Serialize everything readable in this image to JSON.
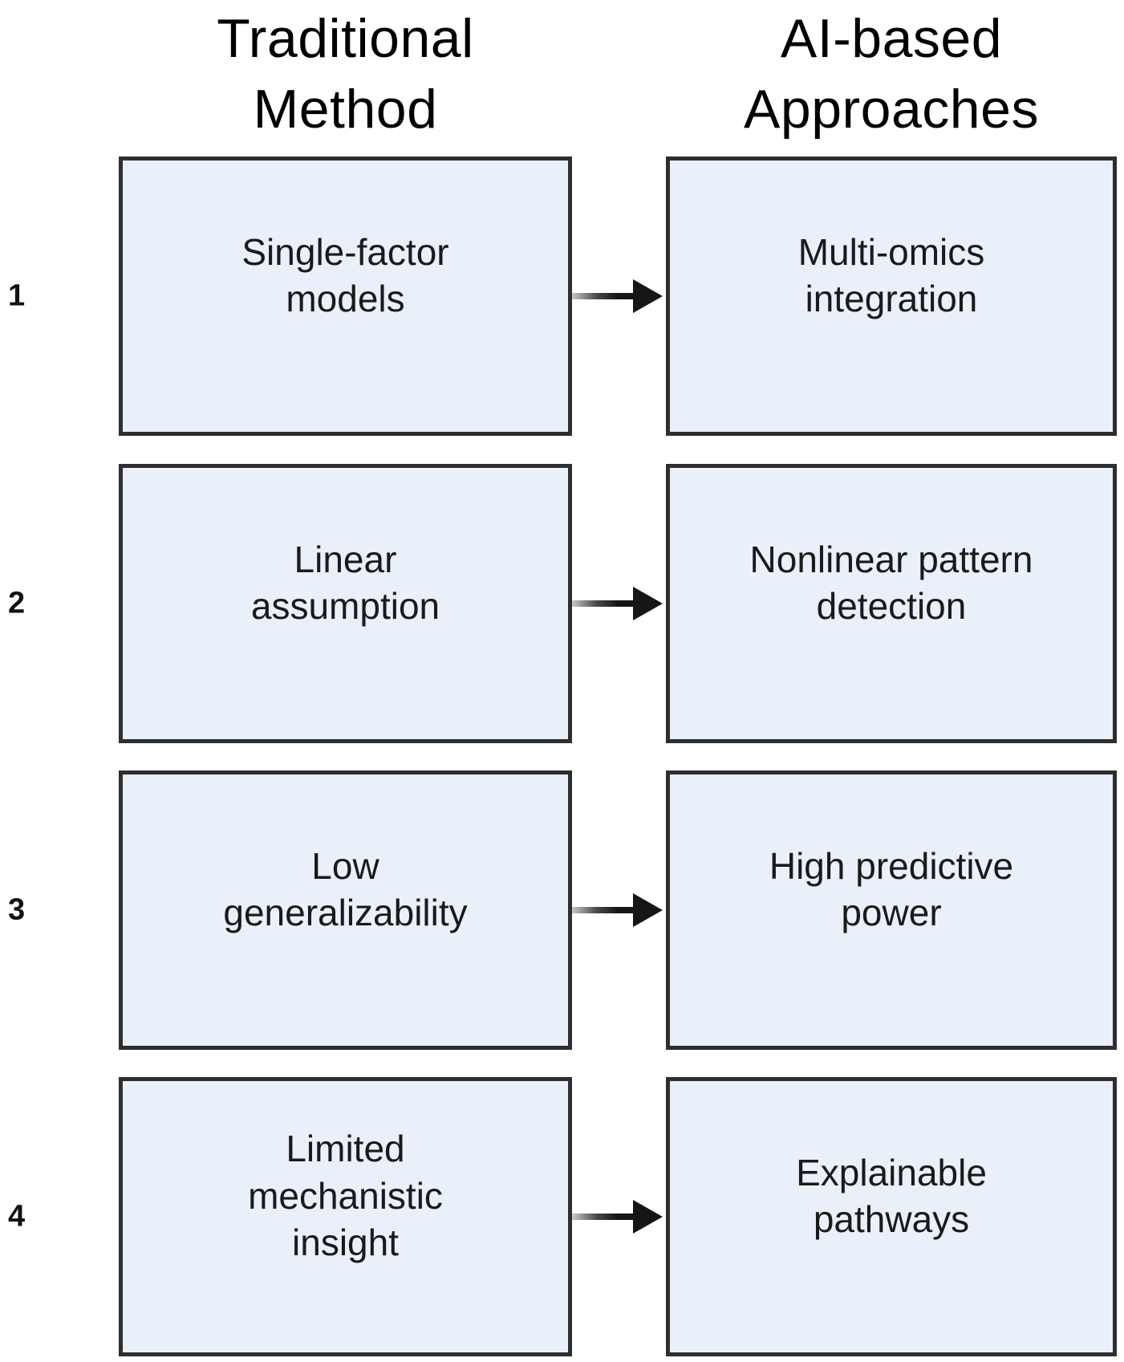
{
  "diagram": {
    "type": "comparison-diagram",
    "columns": {
      "left_header": "Traditional\nMethod",
      "right_header": "AI-based\nApproaches"
    },
    "rows": [
      {
        "number": "1",
        "left": "Single-factor\nmodels",
        "right": "Multi-omics\nintegration"
      },
      {
        "number": "2",
        "left": "Linear\nassumption",
        "right": "Nonlinear pattern\ndetection"
      },
      {
        "number": "3",
        "left": "Low\ngeneralizability",
        "right": "High predictive\npower"
      },
      {
        "number": "4",
        "left": "Limited\nmechanistic\ninsight",
        "right": "Explainable\npathways"
      }
    ],
    "colors": {
      "background": "#ffffff",
      "box_fill": "#e9f0fa",
      "box_border": "#2e2e2e",
      "text": "#1a1a1a",
      "arrow": "#161616"
    }
  }
}
